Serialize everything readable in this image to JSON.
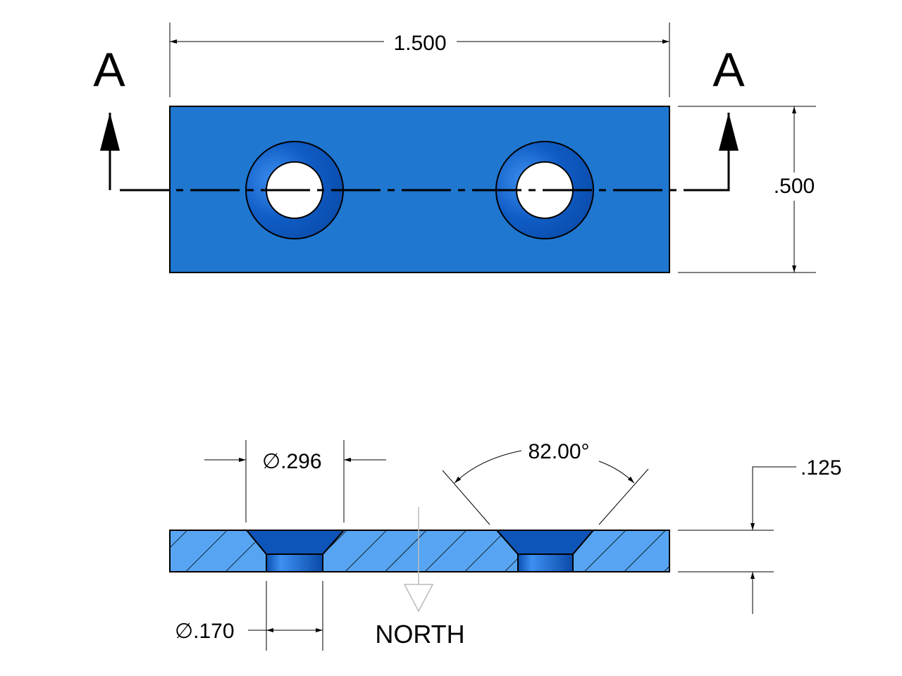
{
  "top_view": {
    "section_label_left": "A",
    "section_label_right": "A",
    "width_dim": "1.500",
    "height_dim": ".500"
  },
  "section_view": {
    "counterbore_dia_symbol": "∅",
    "counterbore_dia": ".296",
    "hole_dia_symbol": "∅",
    "hole_dia": ".170",
    "angle_dim": "82.00°",
    "thickness_dim": ".125",
    "direction_label": "NORTH"
  },
  "colors": {
    "part_fill": "#1f77d0",
    "section_fill": "#57a5f2",
    "countersink_fill": "#0d55b8"
  }
}
